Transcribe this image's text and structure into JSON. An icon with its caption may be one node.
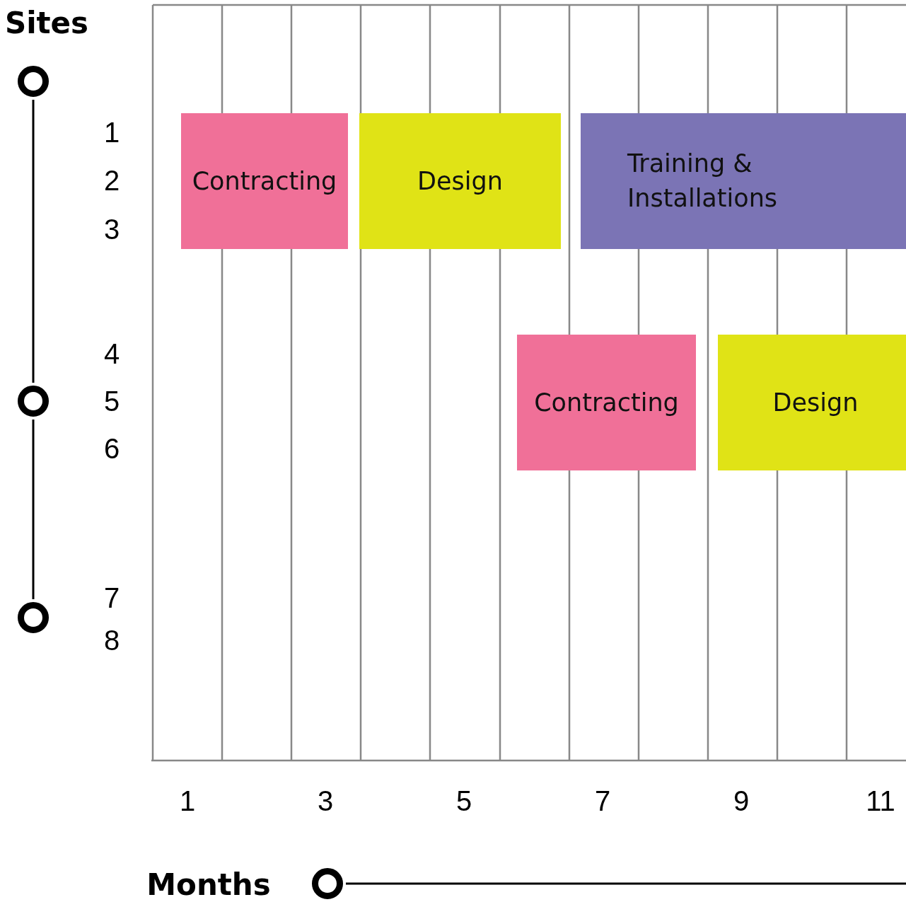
{
  "diagram": {
    "nodes": [
      {
        "text": [
          "Contracting"
        ]
      },
      {
        "text": [
          "Design"
        ]
      },
      {
        "text": [
          "Training & Installations"
        ]
      },
      {
        "text": [
          "Contracting"
        ]
      },
      {
        "text": [
          "Design"
        ]
      },
      {
        "text": [],
        "shape": "circle"
      },
      {
        "text": [],
        "shape": "circle"
      },
      {
        "text": [],
        "shape": "circle"
      },
      {
        "text": [],
        "shape": "circle"
      }
    ],
    "edges": [
      {
        "from": 5,
        "to": 6,
        "arrow": "none"
      },
      {
        "from": 6,
        "to": 7,
        "arrow": "none"
      },
      {
        "from": 8,
        "to": null,
        "arrow": "none"
      }
    ],
    "labels": [
      "Sites",
      "1",
      "2",
      "3",
      "4",
      "5",
      "6",
      "7",
      "8",
      "1",
      "3",
      "5",
      "7",
      "9",
      "11",
      "Months"
    ]
  }
}
